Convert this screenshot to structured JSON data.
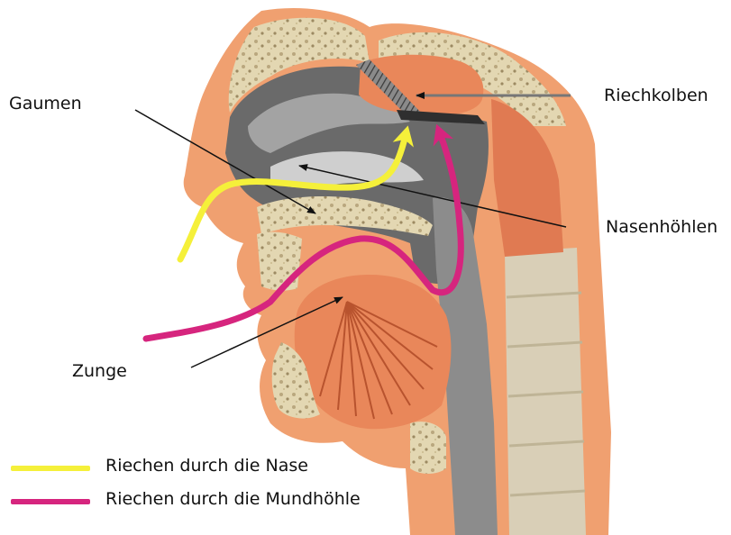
{
  "labels": {
    "gaumen": "Gaumen",
    "riechkolben": "Riechkolben",
    "nasenhoehlen": "Nasenhöhlen",
    "zunge": "Zunge"
  },
  "legend": [
    {
      "text": "Riechen durch die Nase",
      "color": "#f5f03a"
    },
    {
      "text": "Riechen durch die Mundhöhle",
      "color": "#d6257e"
    }
  ],
  "colors": {
    "skin": "#f0a070",
    "bone": "#e3d7b2",
    "cavity_dark": "#6a6a6a",
    "cavity_mid": "#a3a3a3",
    "cavity_light": "#cfcfcf",
    "tongue": "#e9875a",
    "muscle": "#e07a52",
    "spine": "#d9cfb7",
    "nose_path": "#f5f03a",
    "mouth_path": "#d6257e"
  }
}
